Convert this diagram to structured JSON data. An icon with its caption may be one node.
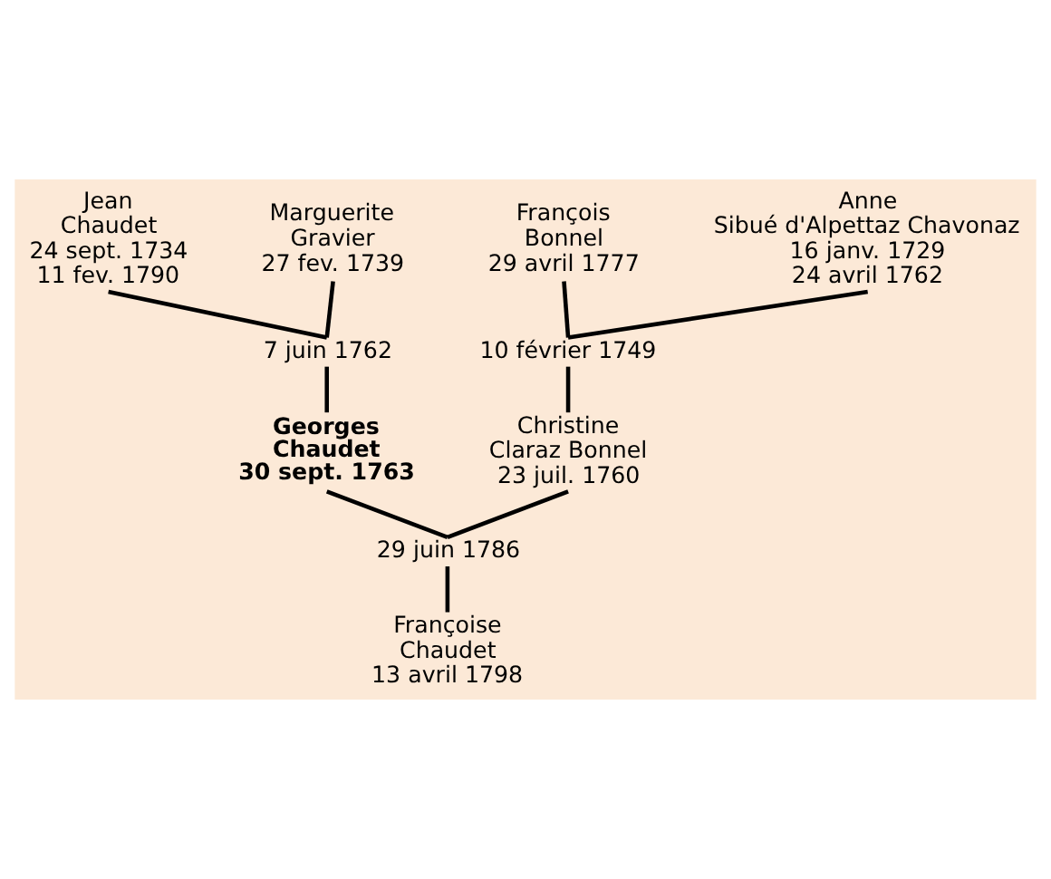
{
  "diagram": {
    "nodes": [
      {
        "text": [
          "Jean Chaudet",
          "24 sept. 1734",
          "11 fev. 1790"
        ]
      },
      {
        "text": [
          "Marguerite Gravier",
          "27 fev. 1739"
        ]
      },
      {
        "text": [
          "François Bonnel",
          "29 avril 1777"
        ]
      },
      {
        "text": [
          "Anne Sibué d'Alpettaz Chavonaz",
          "16 janv. 1729",
          "24 avril 1762"
        ]
      },
      {
        "text": [
          "7 juin 1762"
        ]
      },
      {
        "text": [
          "10 février 1749"
        ]
      },
      {
        "text": [
          "Georges Chaudet",
          "30 sept. 1763"
        ]
      },
      {
        "text": [
          "Christine Claraz Bonnel",
          "23 juil. 1760"
        ]
      },
      {
        "text": [
          "29 juin 1786"
        ]
      },
      {
        "text": [
          "Françoise Chaudet",
          "13 avril 1798"
        ]
      }
    ],
    "edges": [
      {
        "from": 0,
        "to": 4,
        "arrow": "none"
      },
      {
        "from": 1,
        "to": 4,
        "arrow": "none"
      },
      {
        "from": 2,
        "to": 5,
        "arrow": "none"
      },
      {
        "from": 3,
        "to": 5,
        "arrow": "none"
      },
      {
        "from": 4,
        "to": 6,
        "arrow": "none"
      },
      {
        "from": 5,
        "to": 7,
        "arrow": "none"
      },
      {
        "from": 6,
        "to": 8,
        "arrow": "none"
      },
      {
        "from": 7,
        "to": 8,
        "arrow": "none"
      },
      {
        "from": 8,
        "to": 9,
        "arrow": "none"
      }
    ]
  }
}
